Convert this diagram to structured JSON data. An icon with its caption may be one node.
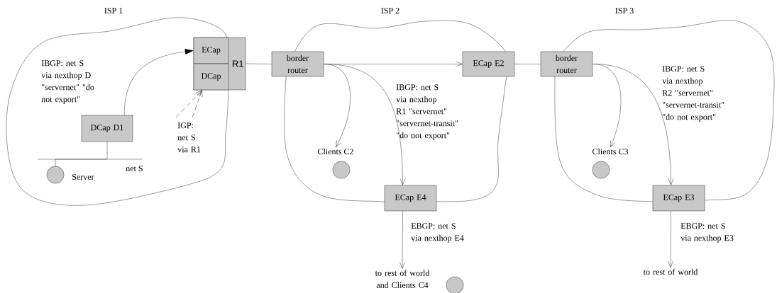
{
  "diagram": {
    "nodes": [
      {
        "text": [
          "ISP 1"
        ]
      },
      {
        "text": [
          "R1"
        ]
      },
      {
        "text": [
          "ECap"
        ]
      },
      {
        "text": [
          "DCap"
        ]
      },
      {
        "text": [
          "DCap D1"
        ],
        "in": 0
      },
      {
        "text": [],
        "shape": "circle",
        "beside": [
          "Server"
        ],
        "in": 0
      },
      {
        "text": [
          "IGP: net S via R1"
        ],
        "in": 0
      },
      {
        "text": [
          "ISP 2"
        ]
      },
      {
        "text": [
          "border router"
        ]
      },
      {
        "text": [
          "ECap E2"
        ]
      },
      {
        "text": [
          "ECap E4"
        ]
      },
      {
        "text": [],
        "shape": "circle",
        "beside": [
          "Clients C2"
        ],
        "in": 7
      },
      {
        "text": [
          "to rest of world and Clients C4"
        ]
      },
      {
        "text": [],
        "shape": "circle"
      },
      {
        "text": [
          "ISP 3"
        ]
      },
      {
        "text": [
          "border router"
        ]
      },
      {
        "text": [
          "ECap E3"
        ]
      },
      {
        "text": [],
        "shape": "circle",
        "beside": [
          "Clients C3"
        ],
        "in": 14
      },
      {
        "text": [
          "to rest of world"
        ]
      }
    ],
    "edges": [
      {
        "from": 4,
        "to": 2,
        "arrow": "to",
        "label": "IBGP: net S via nexthop D \"servernet\" \"do not export\""
      },
      {
        "from": 4,
        "to": 5,
        "arrow": "none"
      },
      {
        "from": 6,
        "to": 3,
        "arrow": "to",
        "style": "dashed"
      },
      {
        "from": 6,
        "to": 3,
        "arrow": "to",
        "style": "dashed"
      },
      {
        "from": 1,
        "to": 8,
        "arrow": "none"
      },
      {
        "from": 8,
        "to": 9,
        "arrow": "to"
      },
      {
        "from": 8,
        "to": 11,
        "arrow": "to"
      },
      {
        "from": 8,
        "to": 10,
        "arrow": "to",
        "label": "IBGP: net S via nexthop R1 \"servernet\" \"servernet-transit\" \"do not export\""
      },
      {
        "from": 10,
        "to": 12,
        "arrow": "to",
        "label": "EBGP: net S via nexthop E4"
      },
      {
        "from": 9,
        "to": 15,
        "arrow": "none"
      },
      {
        "from": 15,
        "to": 17,
        "arrow": "to"
      },
      {
        "from": 15,
        "to": 16,
        "arrow": "to",
        "label": "IBGP: net S via nexthop R2 \"servernet\" \"servernet-transit\" \"do not export\""
      },
      {
        "from": 16,
        "to": 18,
        "arrow": "to",
        "label": "EBGP: net S via nexthop E3"
      }
    ],
    "labels": [
      "net S"
    ]
  }
}
